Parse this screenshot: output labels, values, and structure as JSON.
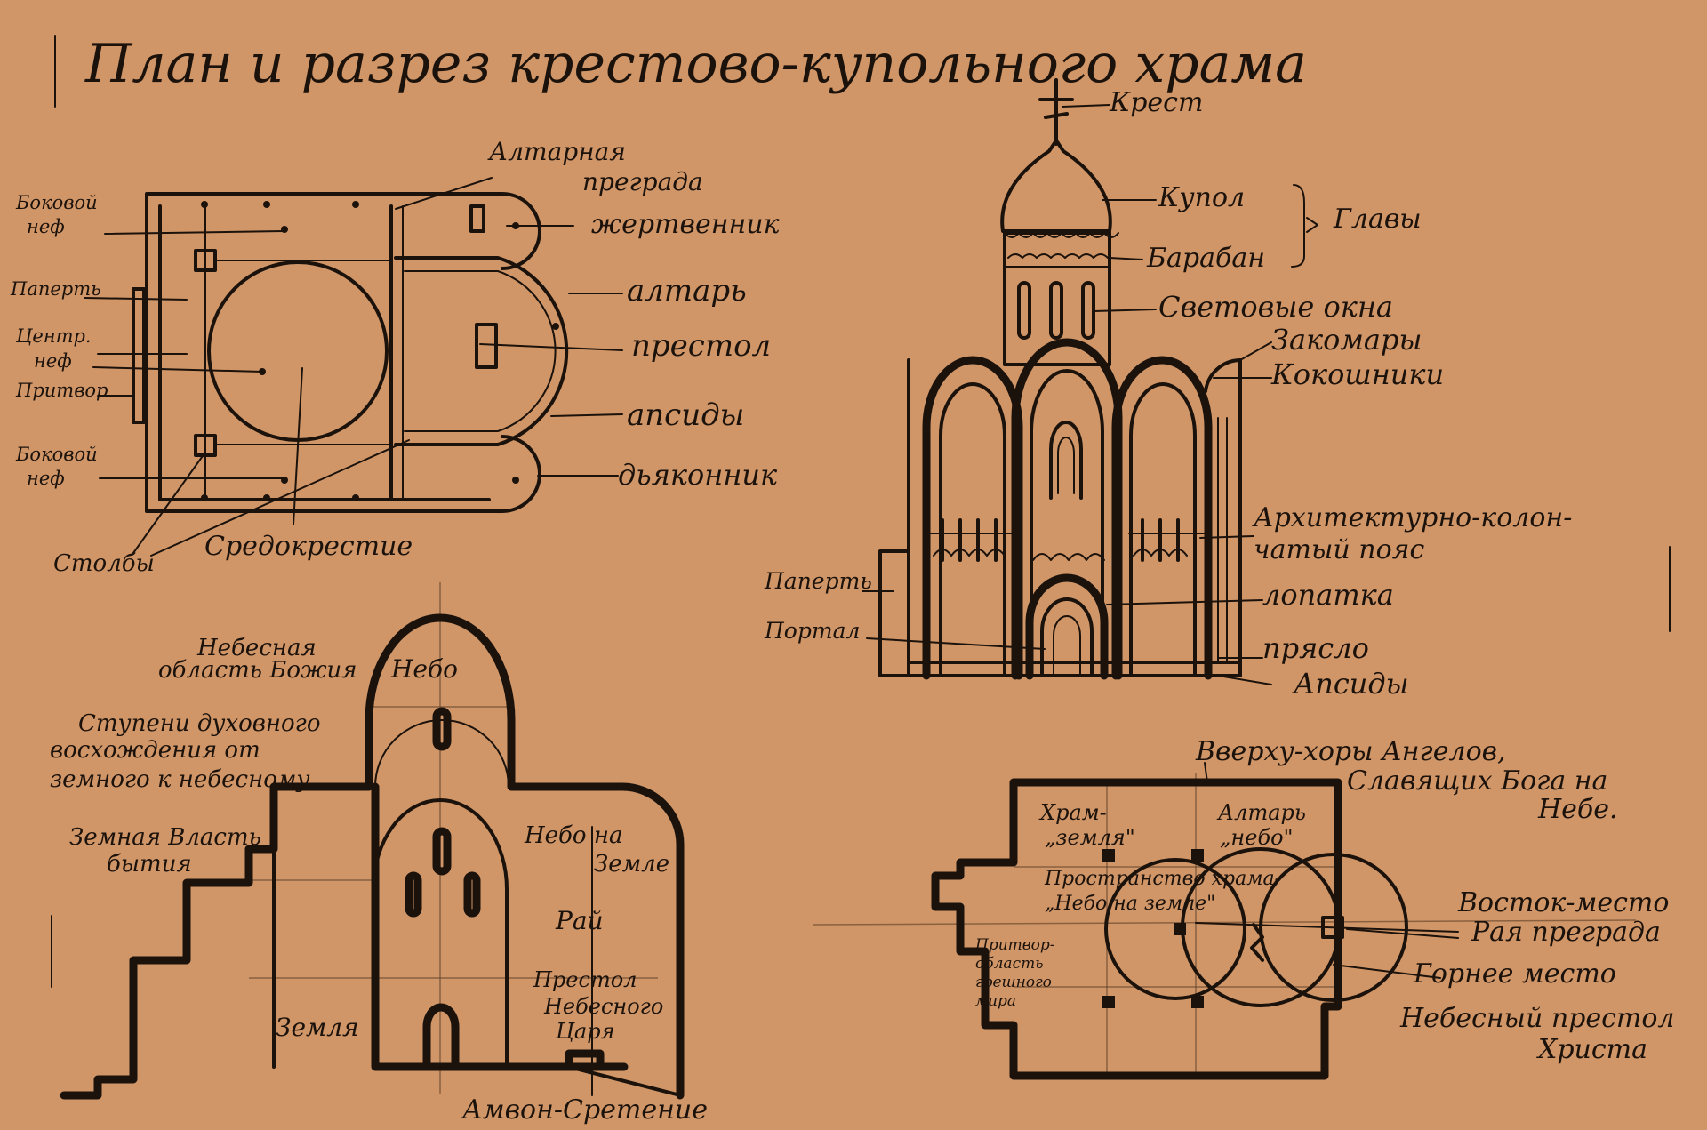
{
  "title": "План и разрез крестово-купольного храма",
  "colors": {
    "paper": "#d49a6a",
    "ink": "#1c120c"
  },
  "plan": {
    "labels": {
      "side_nave_top": [
        "Боковой",
        "неф"
      ],
      "narthex_porch": "Паперть",
      "central_nave": [
        "Центр.",
        "неф"
      ],
      "narthex": "Притвор",
      "side_nave_bottom": [
        "Боковой",
        "неф"
      ],
      "pillars": "Столбы",
      "crossing": "Средокрестие",
      "altar_screen": [
        "Алтарная",
        "преграда"
      ],
      "prothesis": "жертвенник",
      "altar": "алтарь",
      "throne": "престол",
      "apses": "апсиды",
      "diaconicon": "дьяконник"
    }
  },
  "facade": {
    "labels": {
      "cross": "Крест",
      "dome": "Купол",
      "drum": "Барабан",
      "chapters": "Главы",
      "windows": "Световые окна",
      "zakomaras": "Закомары",
      "kokoshniks": "Кокошники",
      "arcature": [
        "Архитектурно-колон-",
        "чатый пояс"
      ],
      "pilaster": "лопатка",
      "porch": "Паперть",
      "portal": "Портал",
      "plinth": "прясло",
      "apse": "Апсиды"
    }
  },
  "section": {
    "labels": {
      "heaven_region": [
        "Небесная",
        "область Божия"
      ],
      "sky": "Небо",
      "steps": [
        "Ступени духовного",
        "восхождения от",
        "земного к небесному"
      ],
      "earth_life": [
        "Земная Власть",
        "бытия"
      ],
      "heaven_earth": [
        "Небо на",
        "Земле"
      ],
      "paradise": "Рай",
      "throne_king": [
        "Престол",
        "Небесного",
        "Царя"
      ],
      "earth": "Земля",
      "ambo": "Амвон-Сретение"
    }
  },
  "scheme": {
    "labels": {
      "top_note": [
        "Вверху-хоры Ангелов,",
        "Славящих Бога на",
        "Небе."
      ],
      "temple_earth": [
        "Храм-",
        "„земля\""
      ],
      "altar_sky": [
        "Алтарь",
        "„небо\""
      ],
      "heaven_on_earth": [
        "Пространство храма-",
        "„Небо на земле\""
      ],
      "narthex": [
        "Притвор-",
        "область",
        "грешного",
        "мира"
      ],
      "east": [
        "Восток-место",
        "Рая преграда"
      ],
      "high_place": [
        "Горнее место"
      ],
      "throne": [
        "Небесный престол",
        "Христа"
      ]
    }
  }
}
